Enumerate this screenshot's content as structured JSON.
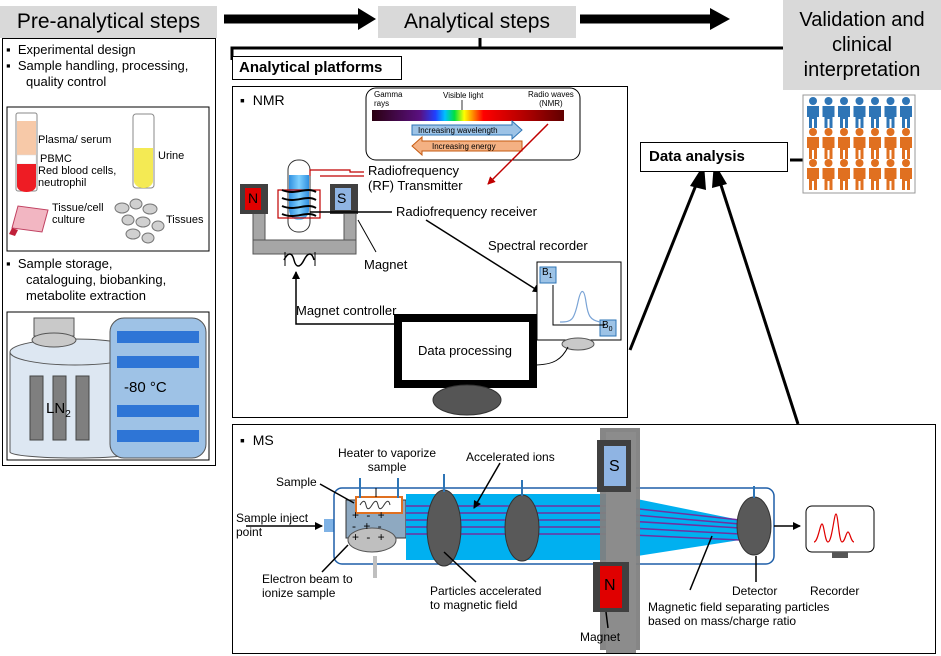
{
  "stages": {
    "pre": "Pre-analytical steps",
    "analytical": "Analytical steps",
    "validation_lines": [
      "Validation and",
      "clinical",
      "interpretation"
    ]
  },
  "pre_list": {
    "items_top": [
      "Experimental design",
      "Sample handling, processing,",
      "quality control"
    ],
    "samples": {
      "plasma": "Plasma/ serum",
      "pbmc": "PBMC",
      "rbc": [
        "Red blood cells,",
        "neutrophil"
      ],
      "urine": "Urine",
      "tissue_culture": [
        "Tissue/cell",
        "culture"
      ],
      "tissues": "Tissues"
    },
    "items_bottom": [
      "Sample storage,",
      "cataloguing, biobanking,",
      "metabolite extraction"
    ],
    "storage": {
      "ln2": "LN",
      "ln2_sub": "2",
      "freezer": "-80 °C"
    }
  },
  "platforms": {
    "title": "Analytical platforms",
    "nmr": {
      "label": "NMR",
      "spectrum": {
        "gamma": [
          "Gamma",
          "rays"
        ],
        "visible": "Visible light",
        "radio": [
          "Radio waves",
          "(NMR)"
        ],
        "wavelength": "Increasing wavelength",
        "energy": "Increasing energy"
      },
      "rf_transmitter": [
        "Radiofrequency",
        "(RF) Transmitter"
      ],
      "rf_receiver": "Radiofrequency receiver",
      "magnet": "Magnet",
      "pole_n": "N",
      "pole_s": "S",
      "spectral_recorder": "Spectral recorder",
      "b1": "B",
      "b1_sub": "1",
      "b0": "B",
      "b0_sub": "0",
      "magnet_controller": "Magnet controller",
      "data_processing": "Data processing"
    },
    "ms": {
      "label": "MS",
      "heater": [
        "Heater to vaporize",
        "sample"
      ],
      "sample": "Sample",
      "inject": [
        "Sample inject",
        "point"
      ],
      "electron_beam": [
        "Electron beam to",
        "ionize sample"
      ],
      "accelerated_ions": "Accelerated ions",
      "particles": [
        "Particles accelerated",
        "to magnetic field"
      ],
      "pole_s": "S",
      "pole_n": "N",
      "magnet": "Magnet",
      "magnetic_field": [
        "Magnetic field separating particles",
        "based on mass/charge ratio"
      ],
      "detector": "Detector",
      "recorder": "Recorder"
    }
  },
  "data_analysis": "Data analysis",
  "colors": {
    "header_bg": "#d9d9d9",
    "beam": "#00b0f0",
    "ion_line": "#7030a0",
    "pole_n": "#e00000",
    "pole_s": "#8fb4e3",
    "person_blue": "#2e75b6",
    "person_orange": "#e07020"
  }
}
